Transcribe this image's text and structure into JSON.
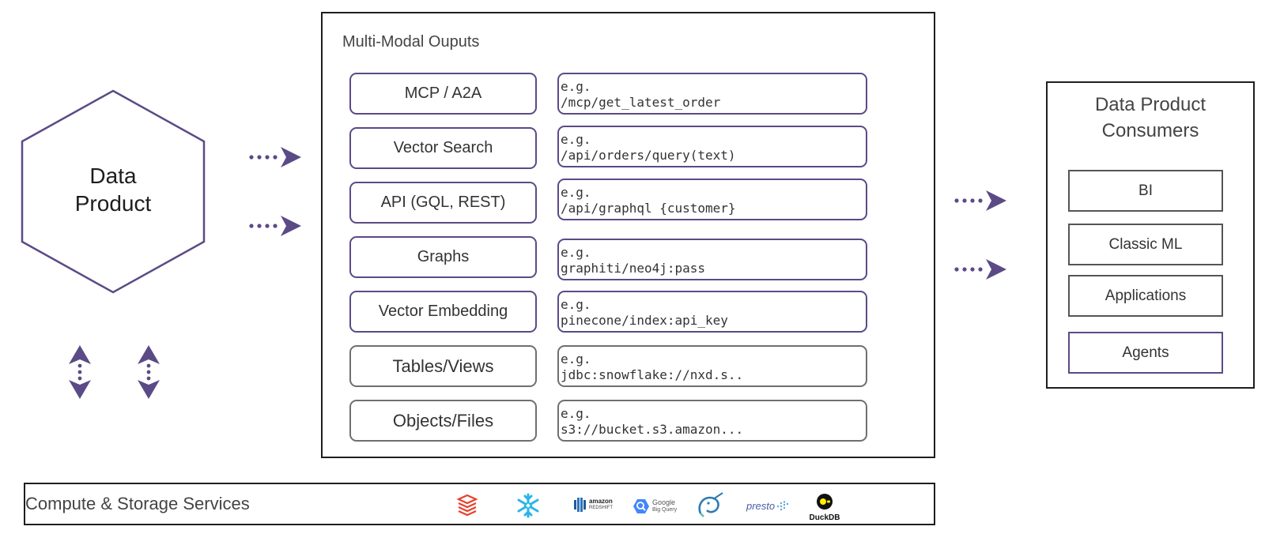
{
  "data_product": {
    "line1": "Data",
    "line2": "Product"
  },
  "outputs": {
    "title": "Multi-Modal Ouputs",
    "rows": [
      {
        "label": "MCP / A2A",
        "example_prefix": "e.g.",
        "example": "/mcp/get_latest_order"
      },
      {
        "label": "Vector Search",
        "example_prefix": "e.g.",
        "example": "/api/orders/query(text)"
      },
      {
        "label": "API (GQL, REST)",
        "example_prefix": "e.g.",
        "example": "/api/graphql {customer}"
      },
      {
        "label": "Graphs",
        "example_prefix": "e.g.",
        "example": "graphiti/neo4j:pass"
      },
      {
        "label": "Vector Embedding",
        "example_prefix": "e.g.",
        "example": "pinecone/index:api_key"
      },
      {
        "label": "Tables/Views",
        "example_prefix": "e.g.",
        "example": "jdbc:snowflake://nxd.s.."
      },
      {
        "label": "Objects/Files",
        "example_prefix": "e.g.",
        "example": "s3://bucket.s3.amazon..."
      }
    ]
  },
  "consumers": {
    "title_line1": "Data Product",
    "title_line2": "Consumers",
    "items": [
      "BI",
      "Classic ML",
      "Applications",
      "Agents"
    ]
  },
  "compute": {
    "label": "Compute  & Storage Services",
    "logos": {
      "redshift_line1": "amazon",
      "redshift_line2": "REDSHIFT",
      "bigquery_line1": "Google",
      "bigquery_line2": "Big Query",
      "presto": "presto",
      "duckdb": "DuckDB"
    }
  },
  "colors": {
    "accent": "#5b4a86",
    "dark": "#1e1e1e",
    "grey": "#6f6f6f"
  }
}
